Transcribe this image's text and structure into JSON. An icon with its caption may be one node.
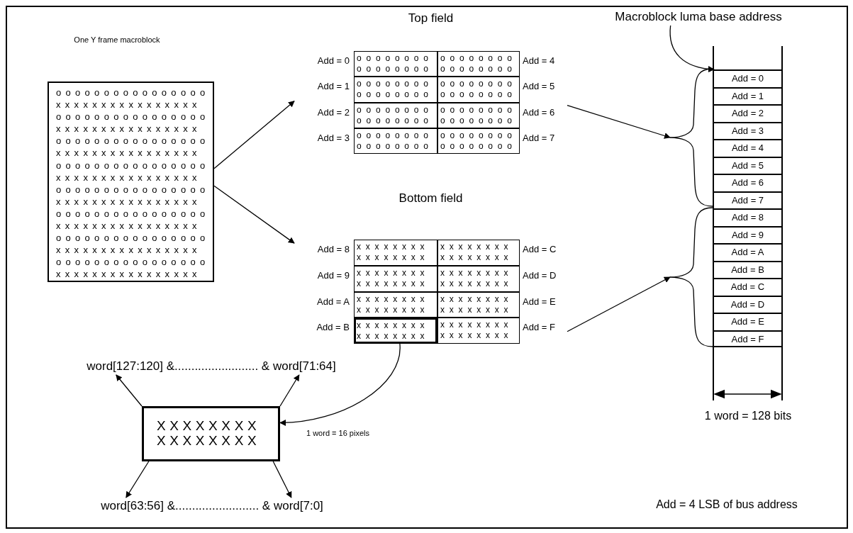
{
  "diagram": {
    "nodes": [
      {
        "text": [
          "oooooooooooooooo",
          "xxxxxxxxxxxxxxxx",
          "oooooooooooooooo",
          "xxxxxxxxxxxxxxxx",
          "oooooooooooooooo",
          "xxxxxxxxxxxxxxxx",
          "oooooooooooooooo",
          "xxxxxxxxxxxxxxxx",
          "oooooooooooooooo",
          "xxxxxxxxxxxxxxxx",
          "oooooooooooooooo",
          "xxxxxxxxxxxxxxxx",
          "oooooooooooooooo",
          "xxxxxxxxxxxxxxxx",
          "oooooooooooooooo",
          "xxxxxxxxxxxxxxxx"
        ]
      },
      {
        "text": [
          "Top field"
        ]
      },
      {
        "text": [
          "oooooooo oooooooo"
        ],
        "in": 1,
        "beside": [
          "Add = 0"
        ]
      },
      {
        "text": [
          "oooooooo oooooooo"
        ],
        "in": 1,
        "beside": [
          "Add = 1"
        ]
      },
      {
        "text": [
          "oooooooo oooooooo"
        ],
        "in": 1,
        "beside": [
          "Add = 2"
        ]
      },
      {
        "text": [
          "oooooooo oooooooo"
        ],
        "in": 1,
        "beside": [
          "Add = 3"
        ]
      },
      {
        "text": [
          "oooooooo oooooooo"
        ],
        "in": 1,
        "beside": [
          "Add = 4"
        ]
      },
      {
        "text": [
          "oooooooo oooooooo"
        ],
        "in": 1,
        "beside": [
          "Add = 5"
        ]
      },
      {
        "text": [
          "oooooooo oooooooo"
        ],
        "in": 1,
        "beside": [
          "Add = 6"
        ]
      },
      {
        "text": [
          "oooooooo oooooooo"
        ],
        "in": 1,
        "beside": [
          "Add = 7"
        ]
      },
      {
        "text": [
          "Bottom field"
        ]
      },
      {
        "text": [
          "xxxxxxxx xxxxxxxx"
        ],
        "in": 10,
        "beside": [
          "Add = 8"
        ]
      },
      {
        "text": [
          "xxxxxxxx xxxxxxxx"
        ],
        "in": 10,
        "beside": [
          "Add = 9"
        ]
      },
      {
        "text": [
          "xxxxxxxx xxxxxxxx"
        ],
        "in": 10,
        "beside": [
          "Add = A"
        ]
      },
      {
        "text": [
          "xxxxxxxx xxxxxxxx"
        ],
        "in": 10,
        "beside": [
          "Add = B"
        ]
      },
      {
        "text": [
          "xxxxxxxx xxxxxxxx"
        ],
        "in": 10,
        "beside": [
          "Add = C"
        ]
      },
      {
        "text": [
          "xxxxxxxx xxxxxxxx"
        ],
        "in": 10,
        "beside": [
          "Add = D"
        ]
      },
      {
        "text": [
          "xxxxxxxx xxxxxxxx"
        ],
        "in": 10,
        "beside": [
          "Add = E"
        ]
      },
      {
        "text": [
          "xxxxxxxx xxxxxxxx"
        ],
        "in": 10,
        "beside": [
          "Add = F"
        ]
      },
      {
        "text": [
          "Macroblock luma base address"
        ]
      },
      {
        "text": [],
        "shape": "column"
      },
      {
        "text": [
          "Add = 0"
        ],
        "in": 20
      },
      {
        "text": [
          "Add = 1"
        ],
        "in": 20
      },
      {
        "text": [
          "Add = 2"
        ],
        "in": 20
      },
      {
        "text": [
          "Add = 3"
        ],
        "in": 20
      },
      {
        "text": [
          "Add = 4"
        ],
        "in": 20
      },
      {
        "text": [
          "Add = 5"
        ],
        "in": 20
      },
      {
        "text": [
          "Add = 6"
        ],
        "in": 20
      },
      {
        "text": [
          "Add = 7"
        ],
        "in": 20
      },
      {
        "text": [
          "Add = 8"
        ],
        "in": 20
      },
      {
        "text": [
          "Add = 9"
        ],
        "in": 20
      },
      {
        "text": [
          "Add = A"
        ],
        "in": 20
      },
      {
        "text": [
          "Add = B"
        ],
        "in": 20
      },
      {
        "text": [
          "Add = C"
        ],
        "in": 20
      },
      {
        "text": [
          "Add = D"
        ],
        "in": 20
      },
      {
        "text": [
          "Add = E"
        ],
        "in": 20
      },
      {
        "text": [
          "Add = F"
        ],
        "in": 20
      },
      {
        "text": [],
        "shape": "brace"
      },
      {
        "text": [],
        "shape": "brace"
      },
      {
        "text": [
          "XXXXXXXX XXXXXXXX"
        ],
        "beside": [
          "1 word = 16 pixels"
        ]
      },
      {
        "text": [
          "word[127:120] &......................... & word[71:64]"
        ]
      },
      {
        "text": [
          "word[63:56] &......................... & word[7:0]"
        ]
      }
    ],
    "edges": [
      {
        "from": 0,
        "to": 1,
        "arrow": "to"
      },
      {
        "from": 0,
        "to": 10,
        "arrow": "to"
      },
      {
        "from": 1,
        "to": 37,
        "arrow": "to"
      },
      {
        "from": 10,
        "to": 38,
        "arrow": "to"
      },
      {
        "from": 19,
        "to": 21,
        "arrow": "to"
      },
      {
        "from": 14,
        "to": 39,
        "arrow": "to"
      },
      {
        "from": 39,
        "to": 40,
        "arrow": "to"
      },
      {
        "from": 39,
        "to": 40,
        "arrow": "to"
      },
      {
        "from": 39,
        "to": 41,
        "arrow": "to"
      },
      {
        "from": 39,
        "to": 41,
        "arrow": "to"
      }
    ],
    "labels": [
      "One Y frame macroblock",
      "1 word = 128 bits",
      "Add = 4 LSB of bus address"
    ]
  }
}
